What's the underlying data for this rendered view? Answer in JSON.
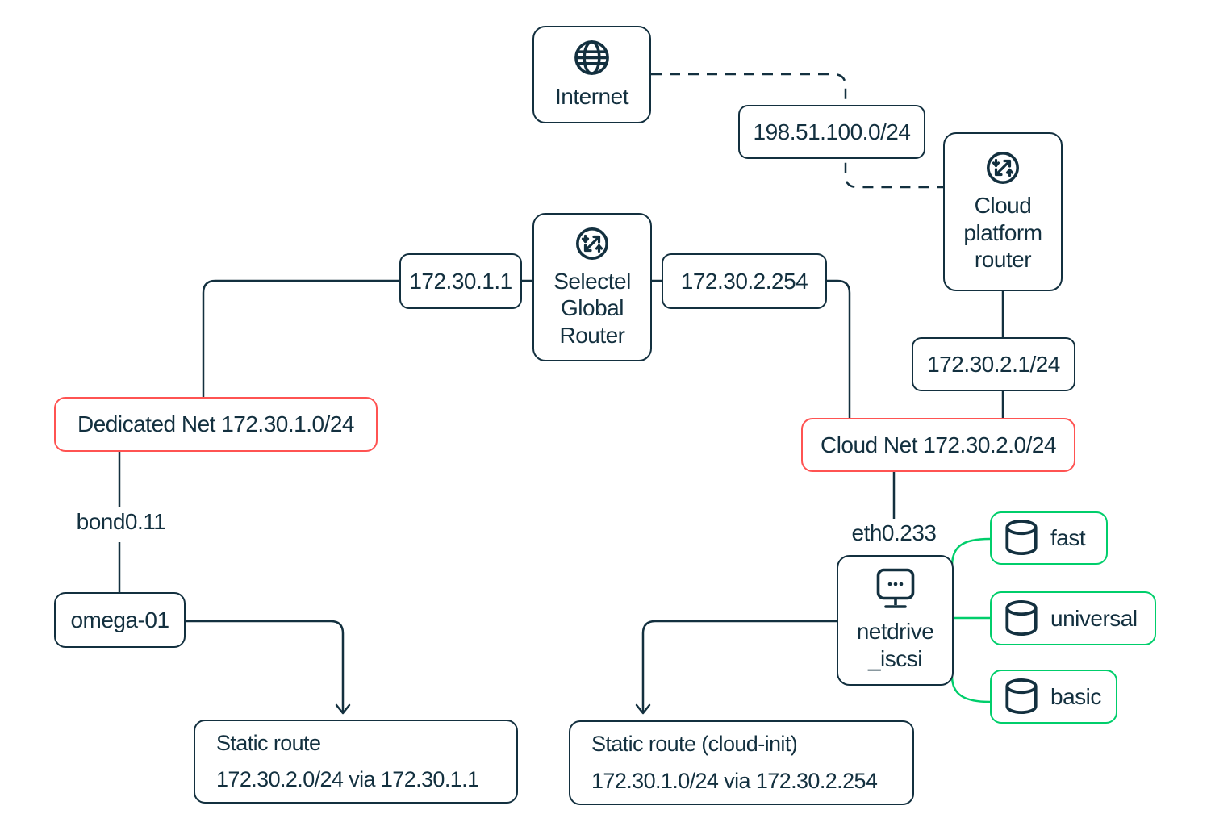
{
  "colors": {
    "ink": "#13303F",
    "alert_border": "#FF5352",
    "success_border": "#00CE6B",
    "background": "#FFFFFF"
  },
  "nodes": {
    "internet": {
      "label": "Internet",
      "icon": "globe-icon"
    },
    "public_subnet": {
      "label": "198.51.100.0/24"
    },
    "cloud_platform_router": {
      "icon": "router-icon",
      "lines": [
        "Cloud",
        "platform",
        "router"
      ]
    },
    "selectel_global_router": {
      "icon": "router-icon",
      "lines": [
        "Selectel",
        "Global",
        "Router"
      ]
    },
    "global_router_left_ip": {
      "label": "172.30.1.1"
    },
    "global_router_right_ip": {
      "label": "172.30.2.254"
    },
    "cloud_router_ip": {
      "label": "172.30.2.1/24"
    },
    "dedicated_net": {
      "label": "Dedicated Net 172.30.1.0/24"
    },
    "cloud_net": {
      "label": "Cloud Net 172.30.2.0/24"
    },
    "iface_left": {
      "label": "bond0.11"
    },
    "iface_right": {
      "label": "eth0.233"
    },
    "server_left": {
      "label": "omega-01"
    },
    "server_right": {
      "icon": "monitor-icon",
      "lines": [
        "netdrive",
        "_iscsi"
      ]
    },
    "static_route_left": {
      "lines": [
        "Static route",
        "172.30.2.0/24 via 172.30.1.1"
      ]
    },
    "static_route_right": {
      "lines": [
        "Static route (cloud-init)",
        "172.30.1.0/24 via 172.30.2.254"
      ]
    },
    "volume_fast": {
      "label": "fast",
      "icon": "database-icon"
    },
    "volume_universal": {
      "label": "universal",
      "icon": "database-icon"
    },
    "volume_basic": {
      "label": "basic",
      "icon": "database-icon"
    }
  }
}
